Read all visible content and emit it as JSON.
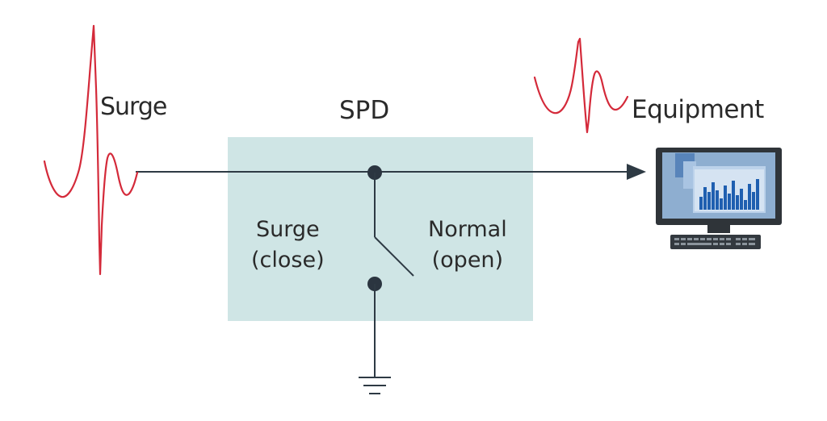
{
  "labels": {
    "surge_wave": "Surge",
    "spd": "SPD",
    "equipment": "Equipment",
    "surge_state": "Surge",
    "surge_state_detail": "(close)",
    "normal_state": "Normal",
    "normal_state_detail": "(open)"
  },
  "colors": {
    "waveform": "#d42a3a",
    "spd_box": "#cfe5e5",
    "wire": "#2e3a44",
    "monitor_frame": "#2f3439",
    "screen_bg": "#8eaed0",
    "bar_fill": "#1f5fb0",
    "text": "#2a2a2a"
  },
  "icons": {
    "equipment": "computer-monitor-keyboard-icon",
    "ground": "ground-symbol-icon",
    "switch": "switch-open-icon"
  }
}
